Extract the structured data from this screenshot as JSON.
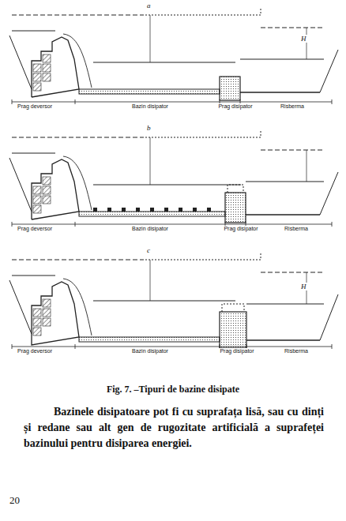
{
  "diagram": {
    "caption": "Fig. 7. –Tipuri de bazine disipate",
    "labels": [
      "a",
      "H",
      "Prag deversor",
      "Bazin disipator",
      "Prag disipator",
      "Risberma",
      "b",
      "Prag deversor",
      "Bazin disipator",
      "Prag disipator",
      "Risberma",
      "c",
      "H",
      "Prag deversor",
      "Bazin disipator",
      "Prag disipator",
      "Risberma",
      "Bazinele disipatoare pot fi cu suprafața lisă, sau cu dinți și redane sau alt gen de rugozitate artificială a suprafeței bazinului pentru disiparea energiei.",
      "20"
    ]
  }
}
